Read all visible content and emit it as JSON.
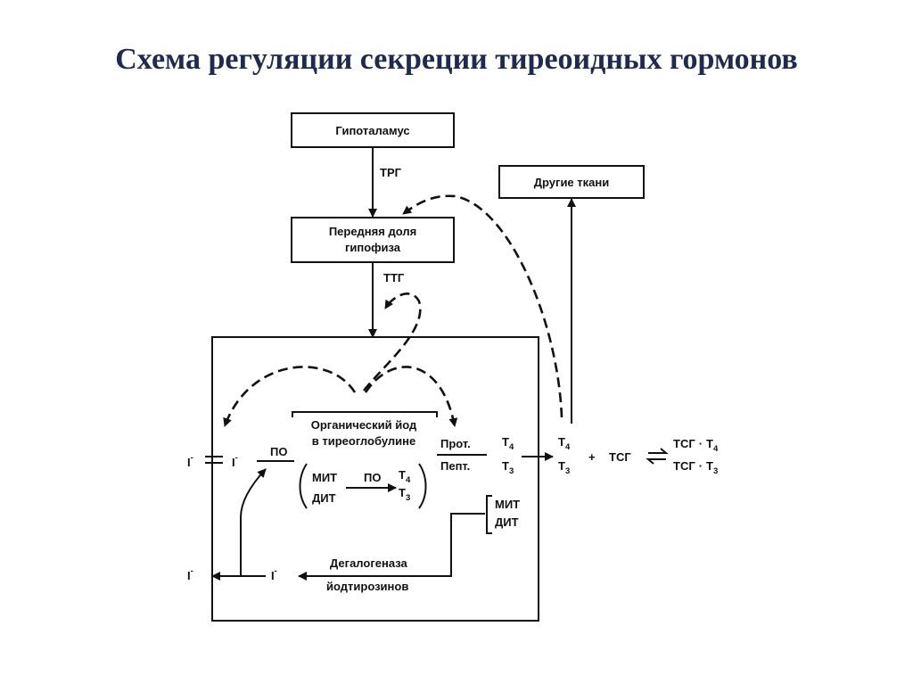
{
  "title": "Схема регуляции секреции тиреоидных гормонов",
  "nodes": {
    "hypothalamus": "Гипоталамус",
    "pituitary_line1": "Передняя доля",
    "pituitary_line2": "гипофиза",
    "other_tissues": "Другие ткани"
  },
  "edges": {
    "trg": "ТРГ",
    "ttg": "ТТГ"
  },
  "thyroid": {
    "organic_iodine_line1": "Органический йод",
    "organic_iodine_line2": "в тиреоглобулине",
    "iodide": "I",
    "iodide_charge": "-",
    "po": "ПО",
    "mit": "МИТ",
    "dit": "ДИТ",
    "t": "Т",
    "t4_sub": "4",
    "t3_sub": "3",
    "prot": "Прот.",
    "pept": "Пепт.",
    "mit_right": "МИТ",
    "dit_right": "ДИТ",
    "dehalogenase_line1": "Дегалогеназа",
    "dehalogenase_line2": "йодтирозинов"
  },
  "blood": {
    "plus": "+",
    "tsg": "ТСГ",
    "complex_sep": "·",
    "t": "Т",
    "t4_sub": "4",
    "t3_sub": "3"
  }
}
